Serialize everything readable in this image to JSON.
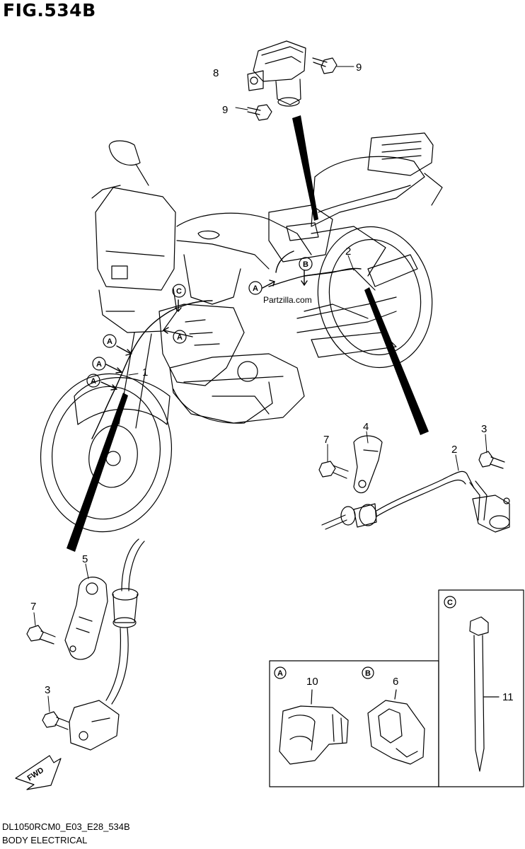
{
  "figure_title": "FIG.534B",
  "footer": {
    "model_code": "DL1050RCM0_E03_E28_534B",
    "section_name": "BODY ELECTRICAL"
  },
  "watermark": "Partzilla.com",
  "fwd_label": "FWD",
  "part_labels": {
    "p1": "1",
    "p2a": "2",
    "p2b": "2",
    "p3a": "3",
    "p3b": "3",
    "p4": "4",
    "p5": "5",
    "p6": "6",
    "p7a": "7",
    "p7b": "7",
    "p8": "8",
    "p9a": "9",
    "p9b": "9",
    "p10": "10",
    "p11": "11"
  },
  "callouts": {
    "a": "A",
    "b": "B",
    "c": "C"
  }
}
